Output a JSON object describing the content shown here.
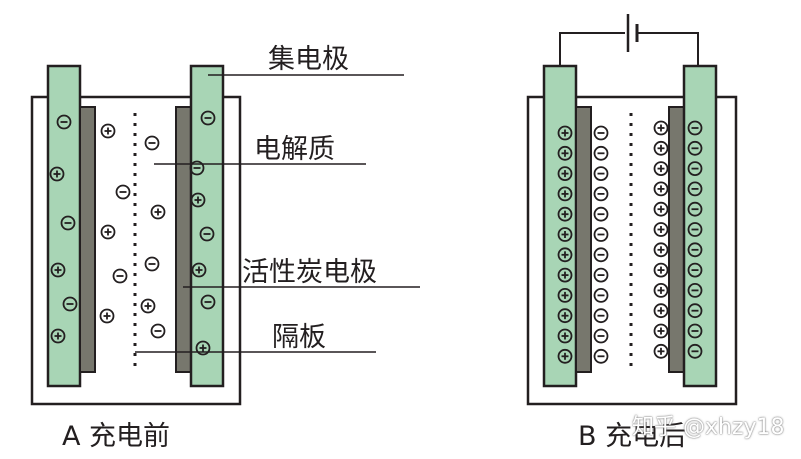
{
  "labels": {
    "collector": "集电极",
    "electrolyte": "电解质",
    "carbon_electrode": "活性炭电极",
    "separator": "隔板"
  },
  "captions": {
    "before": "A 充电前",
    "after": "B 充电后"
  },
  "watermark": "知乎 @xhzy18",
  "symbols": {
    "positive": "+",
    "negative": "−"
  },
  "colors": {
    "collector_fill": "#a8d5b5",
    "electrode_fill": "#77776d",
    "outline": "#231f20",
    "background": "#ffffff"
  }
}
